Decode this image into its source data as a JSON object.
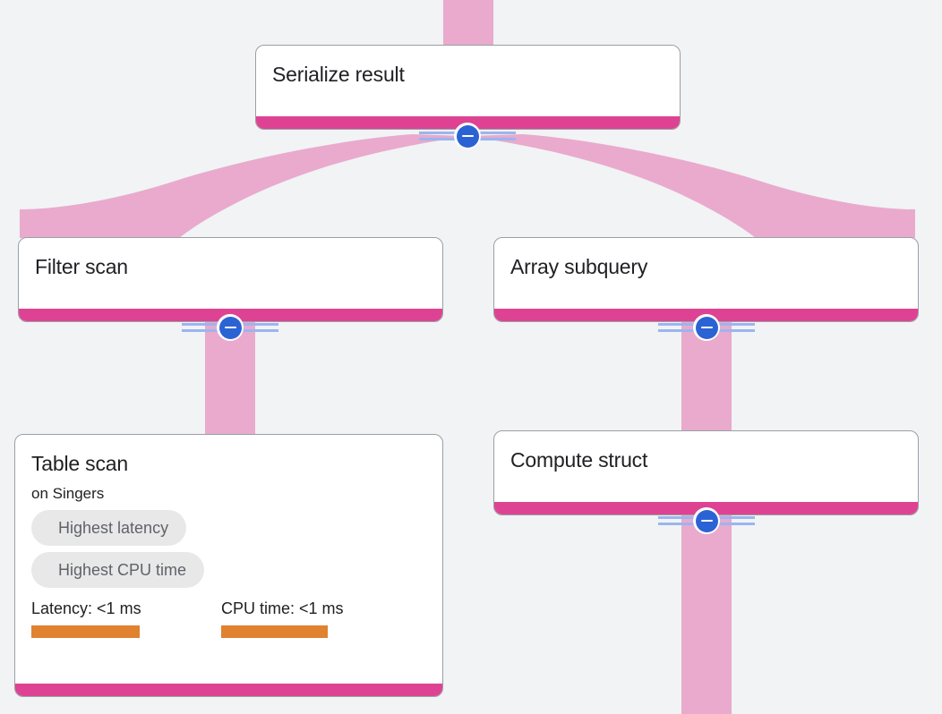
{
  "theme": {
    "background": "#f1f3f4",
    "card_background": "#ffffff",
    "card_border": "#9aa0a6",
    "edge_pink": "#e9aacd",
    "footer_magenta": "#de4393",
    "badge_background": "#e8e8e9",
    "badge_text": "#5f6368",
    "bar_orange": "#e0822f",
    "toggle_blue": "#2c63d4",
    "rail_blue": "#9bb5ef",
    "title_text": "#202124"
  },
  "graph": {
    "nodes": [
      {
        "id": "serialize-result",
        "title": "Serialize result",
        "subtitle": null,
        "badges": [],
        "metrics": []
      },
      {
        "id": "filter-scan",
        "title": "Filter scan",
        "subtitle": null,
        "badges": [],
        "metrics": []
      },
      {
        "id": "array-subquery",
        "title": "Array subquery",
        "subtitle": null,
        "badges": [],
        "metrics": []
      },
      {
        "id": "table-scan",
        "title": "Table scan",
        "subtitle": "on Singers",
        "badges": [
          "Highest latency",
          "Highest CPU time"
        ],
        "metrics": [
          {
            "label": "Latency: <1 ms",
            "bar_width_pct": 57
          },
          {
            "label": "CPU time: <1 ms",
            "bar_width_pct": 56
          }
        ]
      },
      {
        "id": "compute-struct",
        "title": "Compute struct",
        "subtitle": null,
        "badges": [],
        "metrics": []
      }
    ],
    "edges": [
      {
        "from": "offscreen-parent",
        "to": "serialize-result"
      },
      {
        "from": "serialize-result",
        "to": "filter-scan"
      },
      {
        "from": "serialize-result",
        "to": "array-subquery"
      },
      {
        "from": "filter-scan",
        "to": "table-scan"
      },
      {
        "from": "array-subquery",
        "to": "compute-struct"
      },
      {
        "from": "compute-struct",
        "to": "offscreen-child"
      }
    ],
    "toggles": [
      {
        "id": "toggle-serialize-result",
        "state": "expanded",
        "glyph": "minus"
      },
      {
        "id": "toggle-filter-scan",
        "state": "expanded",
        "glyph": "minus"
      },
      {
        "id": "toggle-array-subquery",
        "state": "expanded",
        "glyph": "minus"
      },
      {
        "id": "toggle-compute-struct",
        "state": "expanded",
        "glyph": "minus"
      }
    ]
  }
}
